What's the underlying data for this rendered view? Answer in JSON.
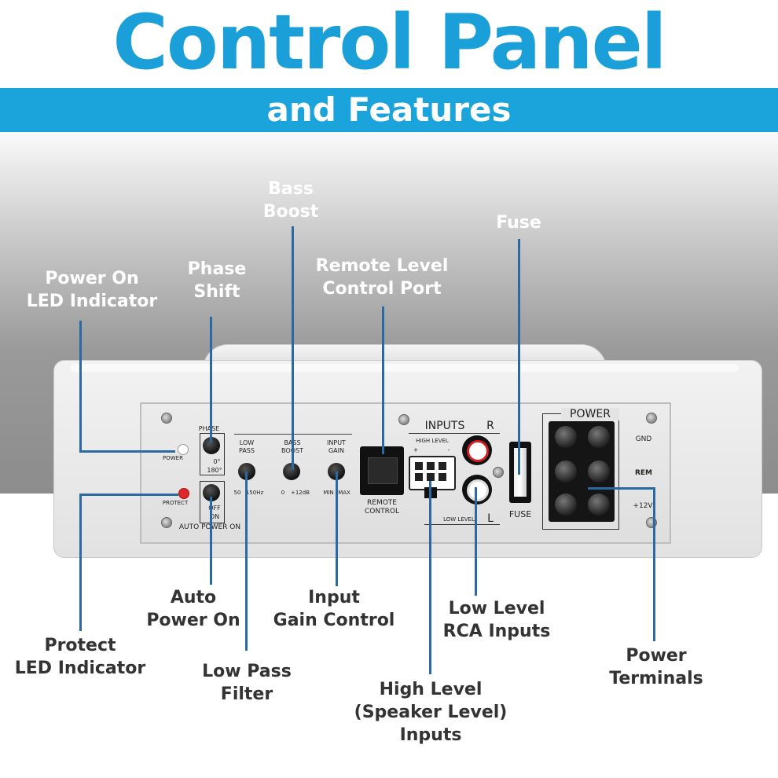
{
  "header": {
    "title": "Control Panel",
    "subtitle": "and Features"
  },
  "callouts": {
    "bass_boost": [
      "Bass",
      "Boost"
    ],
    "fuse": [
      "Fuse"
    ],
    "phase_shift": [
      "Phase",
      "Shift"
    ],
    "remote_port": [
      "Remote Level",
      "Control Port"
    ],
    "power_led": [
      "Power On",
      "LED Indicator"
    ],
    "auto_power": [
      "Auto",
      "Power On"
    ],
    "input_gain": [
      "Input",
      "Gain Control"
    ],
    "low_level_rca": [
      "Low Level",
      "RCA Inputs"
    ],
    "protect_led": [
      "Protect",
      "LED Indicator"
    ],
    "low_pass": [
      "Low Pass",
      "Filter"
    ],
    "power_terminals": [
      "Power",
      "Terminals"
    ],
    "high_level": [
      "High Level",
      "(Speaker Level)",
      "Inputs"
    ]
  },
  "panel": {
    "phase": "PHASE",
    "phase_0": "0°",
    "phase_180": "180°",
    "power": "POWER",
    "protect": "PROTECT",
    "off": "OFF",
    "on": "ON",
    "auto_power_on": "AUTO POWER ON",
    "low_pass": [
      "LOW",
      "PASS"
    ],
    "low_pass_range": [
      "50",
      "150Hz"
    ],
    "bass_boost": [
      "BASS",
      "BOOST"
    ],
    "bass_range": [
      "0",
      "+12dB"
    ],
    "input_gain": [
      "INPUT",
      "GAIN"
    ],
    "gain_range": [
      "MIN",
      "MAX"
    ],
    "remote_control": [
      "REMOTE",
      "CONTROL"
    ],
    "inputs": "INPUTS",
    "r": "R",
    "l": "L",
    "high_level": "HIGH LEVEL",
    "plus": "+",
    "minus": "-",
    "low_level": "LOW LEVEL",
    "fuse": "FUSE",
    "power_block": "POWER",
    "gnd": "GND",
    "rem": "REM",
    "v12": "+12V"
  },
  "colors": {
    "brand": "#1ba3dc",
    "title": "#1a9fd9",
    "led_protect": "#e0262b"
  }
}
